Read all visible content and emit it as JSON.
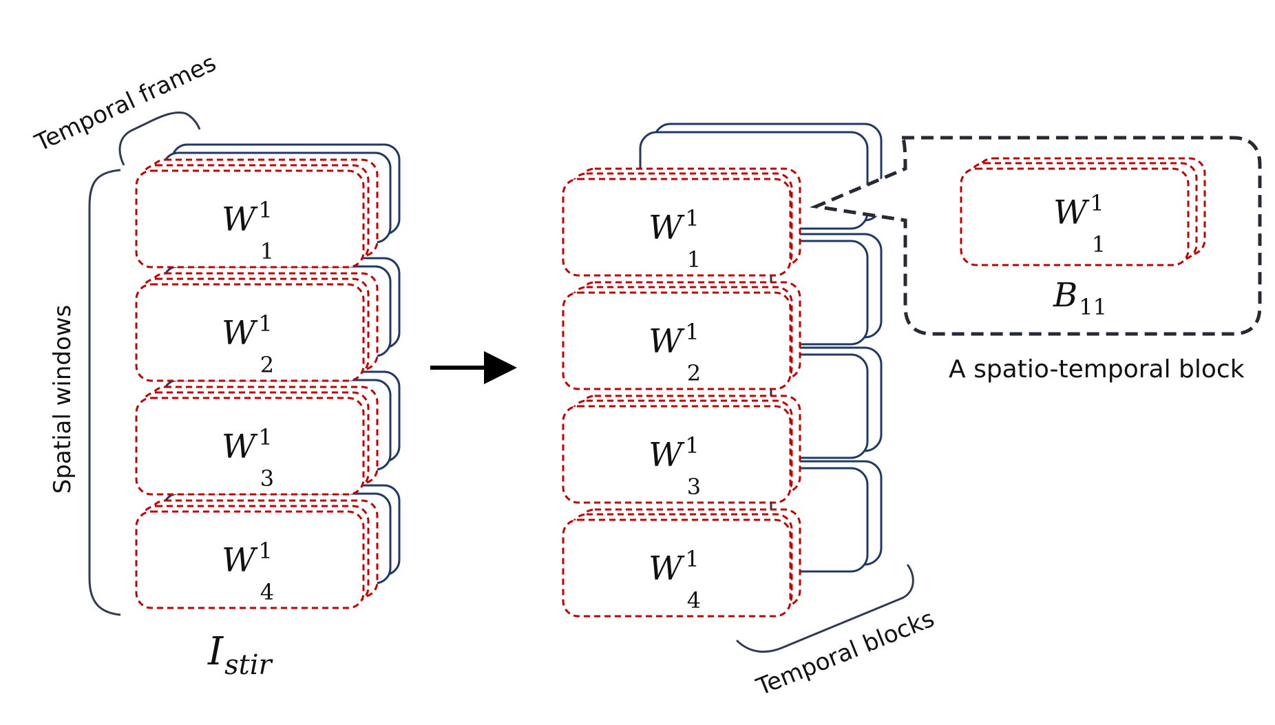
{
  "colors": {
    "window_red": "#c00000",
    "frame_navy": "#1f3864",
    "callout_dark": "#262a33",
    "text": "#111111"
  },
  "labels": {
    "temporal_frames": "Temporal frames",
    "spatial_windows": "Spatial windows",
    "temporal_blocks": "Temporal blocks",
    "block_caption": "A spatio-temporal block"
  },
  "input": {
    "name_base": "I",
    "name_sub": "stir"
  },
  "windows": [
    {
      "base": "W",
      "sub": "1",
      "sup": "1"
    },
    {
      "base": "W",
      "sub": "2",
      "sup": "1"
    },
    {
      "base": "W",
      "sub": "3",
      "sup": "1"
    },
    {
      "base": "W",
      "sub": "4",
      "sup": "1"
    }
  ],
  "callout": {
    "window": {
      "base": "W",
      "sub": "1",
      "sup": "1"
    },
    "block": {
      "base": "B",
      "sub": "11"
    }
  },
  "arrow_icon": "right-arrow-icon"
}
